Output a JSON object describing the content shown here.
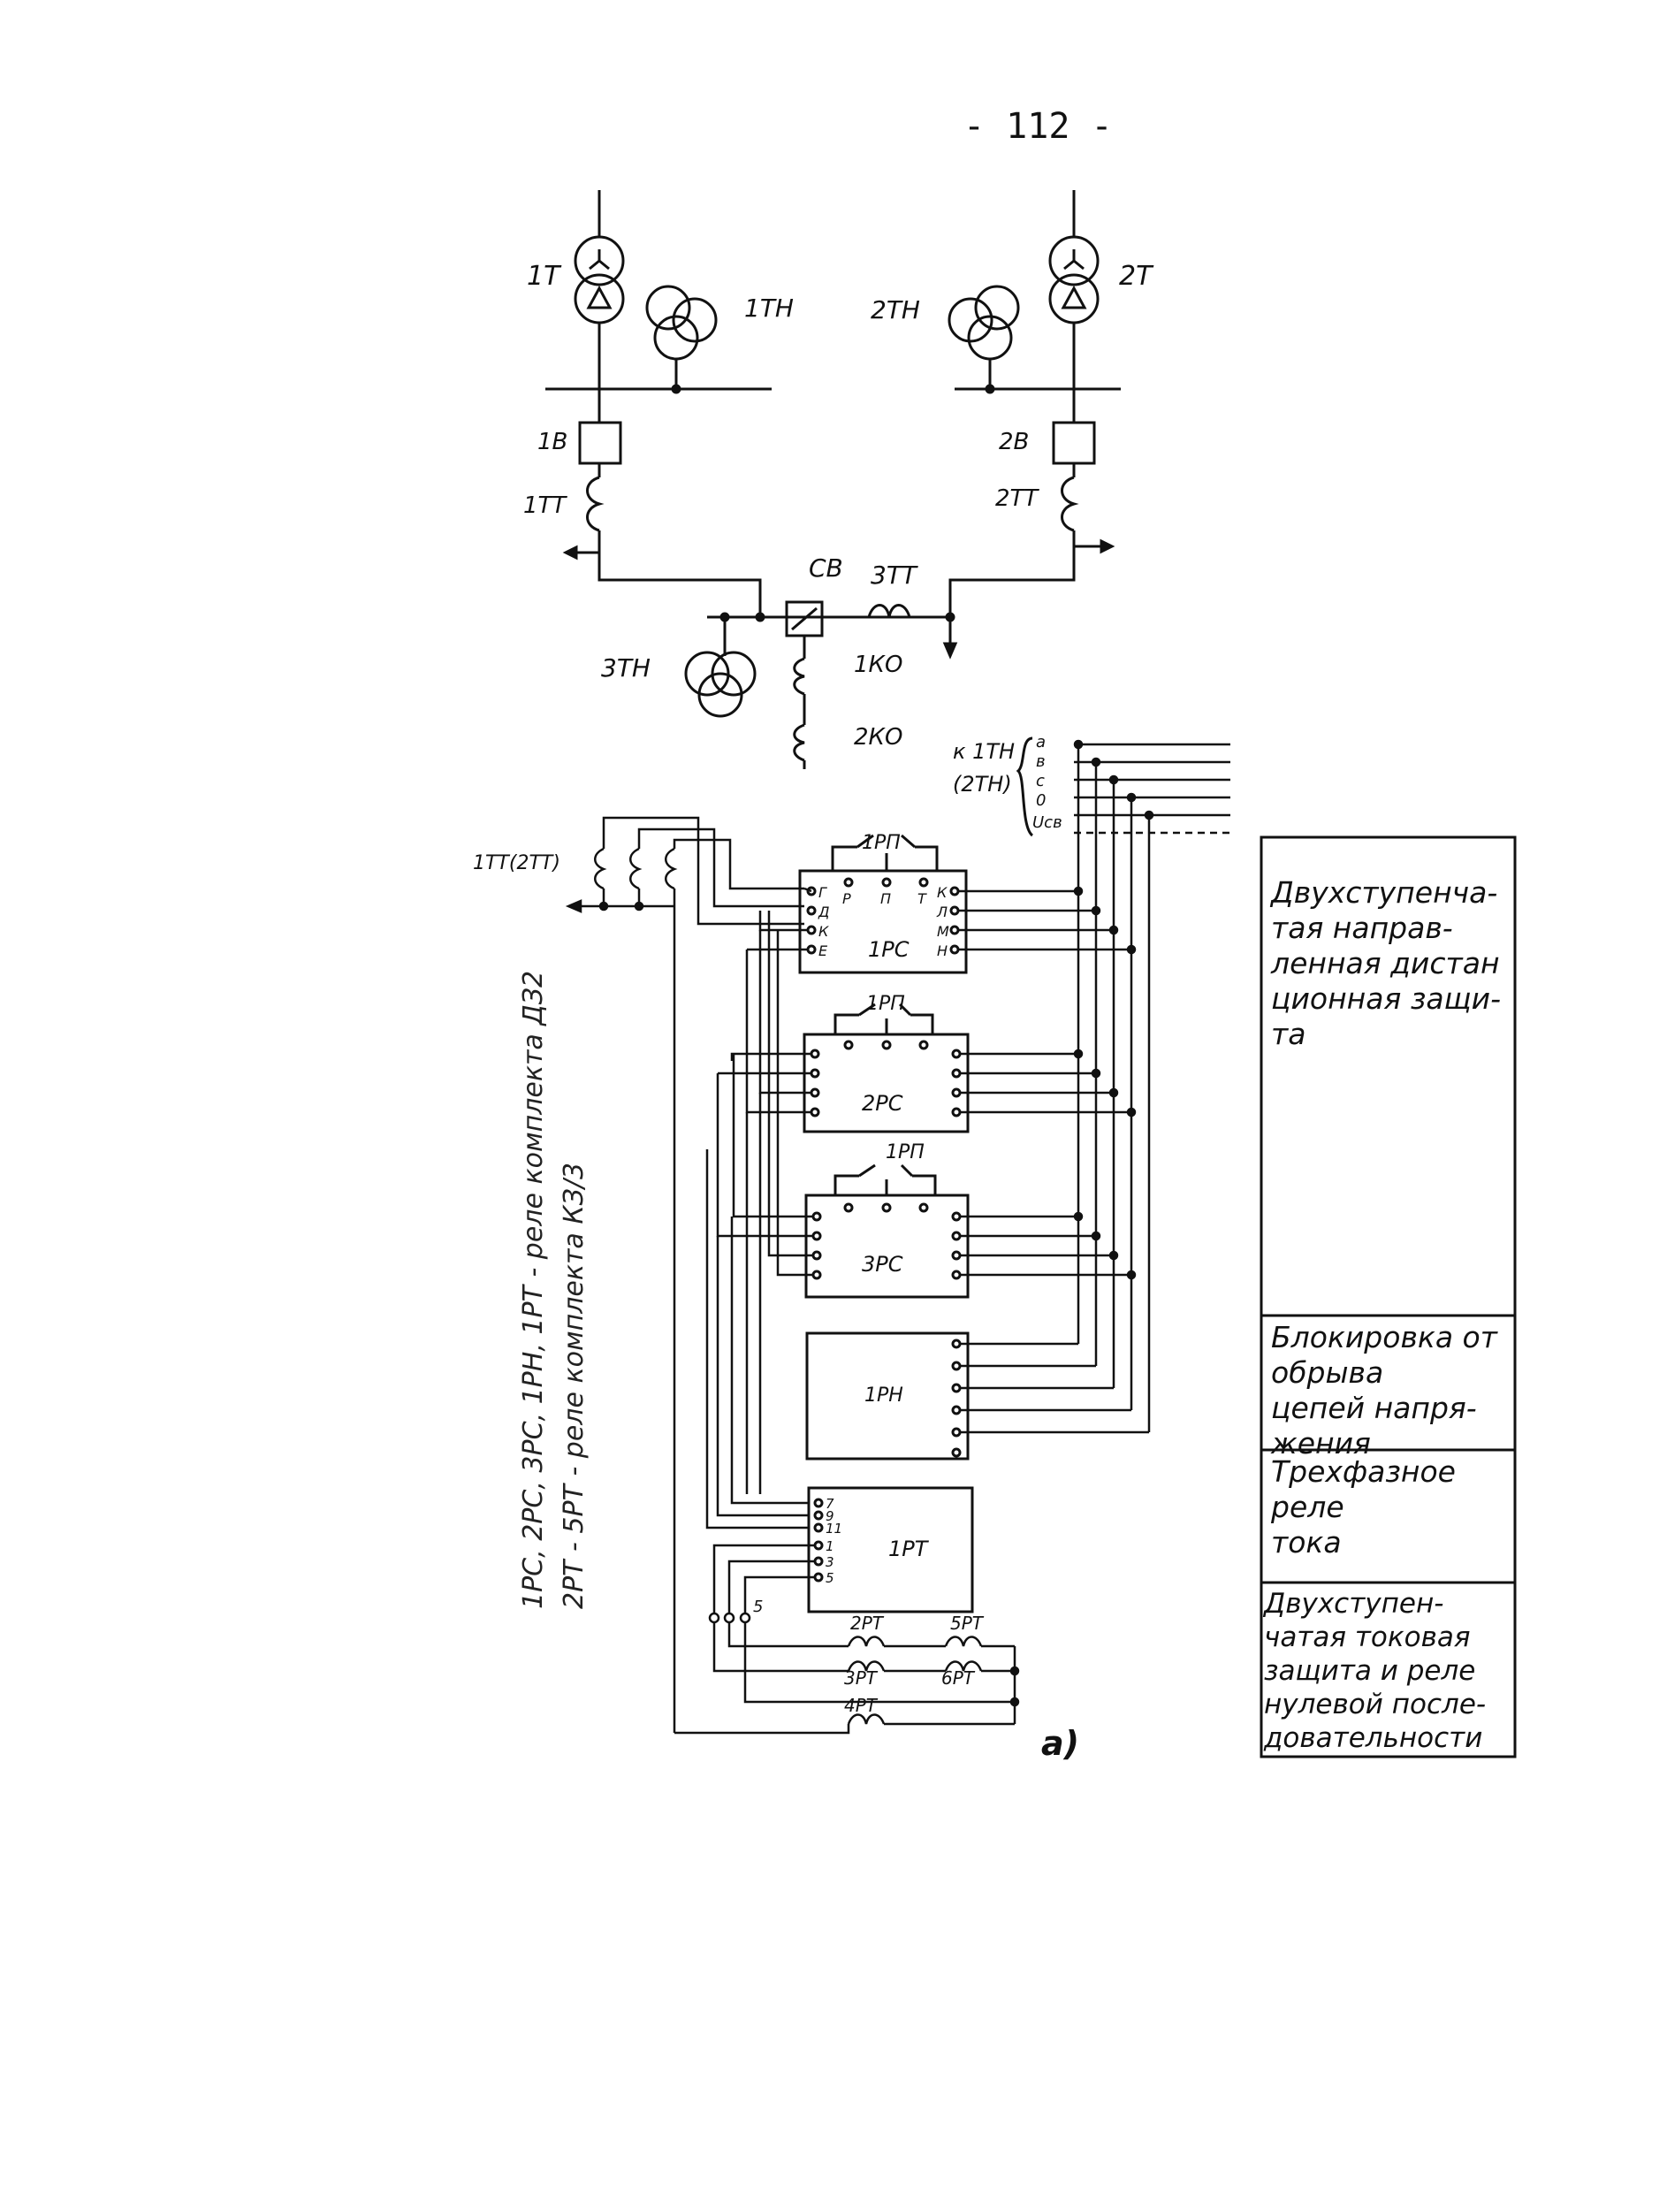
{
  "page_number": "- 112 -",
  "figure_label": "а)",
  "components": {
    "t1": "1Т",
    "t2": "2Т",
    "tn1": "1ТН",
    "tn2": "2ТН",
    "tn3": "3ТН",
    "b1": "1В",
    "b2": "2В",
    "sv": "СВ",
    "tt1": "1ТТ",
    "tt2": "2ТТ",
    "tt3": "3ТТ",
    "ko1": "1КО",
    "ko2": "2КО",
    "ct_input": "1ТТ(2ТТ)",
    "vt_input_top": "к 1ТН",
    "vt_input_bottom": "(2ТН)",
    "bus_a": "а",
    "bus_b": "в",
    "bus_c": "с",
    "bus_0": "0",
    "bus_u": "Uсв",
    "rp_1": "1РП",
    "rp_2": "1РП",
    "rp_3": "1РП",
    "rs_1": "1РС",
    "rs_2": "2РС",
    "rs_3": "3РС",
    "rn": "1РН",
    "rt": "1РТ",
    "rt2": "2РТ",
    "rt3": "3РТ",
    "rt4": "4РТ",
    "rt5": "5РТ",
    "rt6": "6РТ",
    "rt_terminals": [
      "7",
      "9",
      "11",
      "1",
      "3",
      "5"
    ],
    "rt_t5": "5",
    "rs1_left_terms": [
      "Г",
      "Д",
      "К",
      "Е"
    ],
    "rs1_right_terms": [
      "К",
      "Л",
      "М",
      "Н"
    ],
    "rs1_top_terms": [
      "Р",
      "П",
      "Т"
    ]
  },
  "side_note": {
    "line1": "1РС, 2РС, 3РС, 1РН, 1РТ - реле комплекта ДЗ2",
    "line2": "2РТ - 5РТ - реле комплекта КЗ/3"
  },
  "legend": [
    "Двухступенча-\nтая направ-\nленная дистан\nционная защи-\nта",
    "Блокировка от\nобрыва\nцепей напря-\nжения",
    "Трехфазное\nреле\nтока",
    "Двухступен-\nчатая токовая\nзащита и реле\nнулевой после-\nдовательности"
  ],
  "colors": {
    "ink": "#111111",
    "paper": "#ffffff"
  }
}
